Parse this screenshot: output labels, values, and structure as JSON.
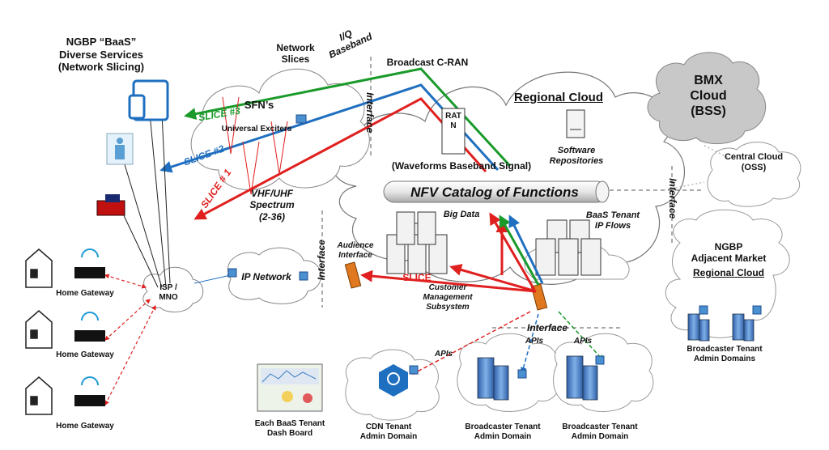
{
  "labels": {
    "ngbp_services": "NGBP “BaaS”\nDiverse Services\n(Network Slicing)",
    "network_slices": "Network\nSlices",
    "iq_baseband": "I/Q\nBaseband",
    "broadcast_cran": "Broadcast C-RAN",
    "sfns": "SFN’s",
    "slice3": "SLICE #3",
    "slice2": "SLICE #2",
    "slice1": "SLICE # 1",
    "universal_exciters": "Universal Exciters",
    "vhf_uhf": "VHF/UHF\nSpectrum\n(2-36)",
    "interface_top": "Interface",
    "ratn": "RAT\nN",
    "waveforms": "(Waveforms Baseband Signal)",
    "regional_cloud": "Regional Cloud",
    "software_repos": "Software\nRepositories",
    "nfv_catalog": "NFV Catalog of Functions",
    "big_data": "Big Data",
    "baas_tenant_flows": "BaaS Tenant\nIP Flows",
    "audience_interface": "Audience\nInterface",
    "interface_left": "Interface",
    "ip_network": "IP Network",
    "isp_mno": "ISP /\nMNO",
    "slice_center": "SLICE",
    "customer_mgmt": "Customer\nManagement\nSubsystem",
    "home_gateway_1": "Home Gateway",
    "home_gateway_2": "Home Gateway",
    "home_gateway_3": "Home Gateway",
    "interface_bottom": "Interface",
    "apis_1": "APIs",
    "apis_2": "APIs",
    "apis_3": "APIs",
    "bmx_cloud": "BMX\nCloud\n(BSS)",
    "central_cloud": "Central Cloud\n(OSS)",
    "interface_right": "Interface",
    "ngbp_adjacent": "NGBP\nAdjacent Market",
    "ngbp_regional": "Regional Cloud",
    "broadcaster_tenant_right": "Broadcaster Tenant\nAdmin Domains",
    "dashboard": "Each BaaS Tenant\nDash Board",
    "cdn_tenant": "CDN Tenant\nAdmin Domain",
    "broadcaster_tenant_1": "Broadcaster Tenant\nAdmin Domain",
    "broadcaster_tenant_2": "Broadcaster Tenant\nAdmin Domain"
  },
  "colors": {
    "red": "#e0201f",
    "green": "#1a9a2a",
    "blue": "#1f6fc0",
    "bmx_cloud_fill": "#c8c8c8"
  }
}
